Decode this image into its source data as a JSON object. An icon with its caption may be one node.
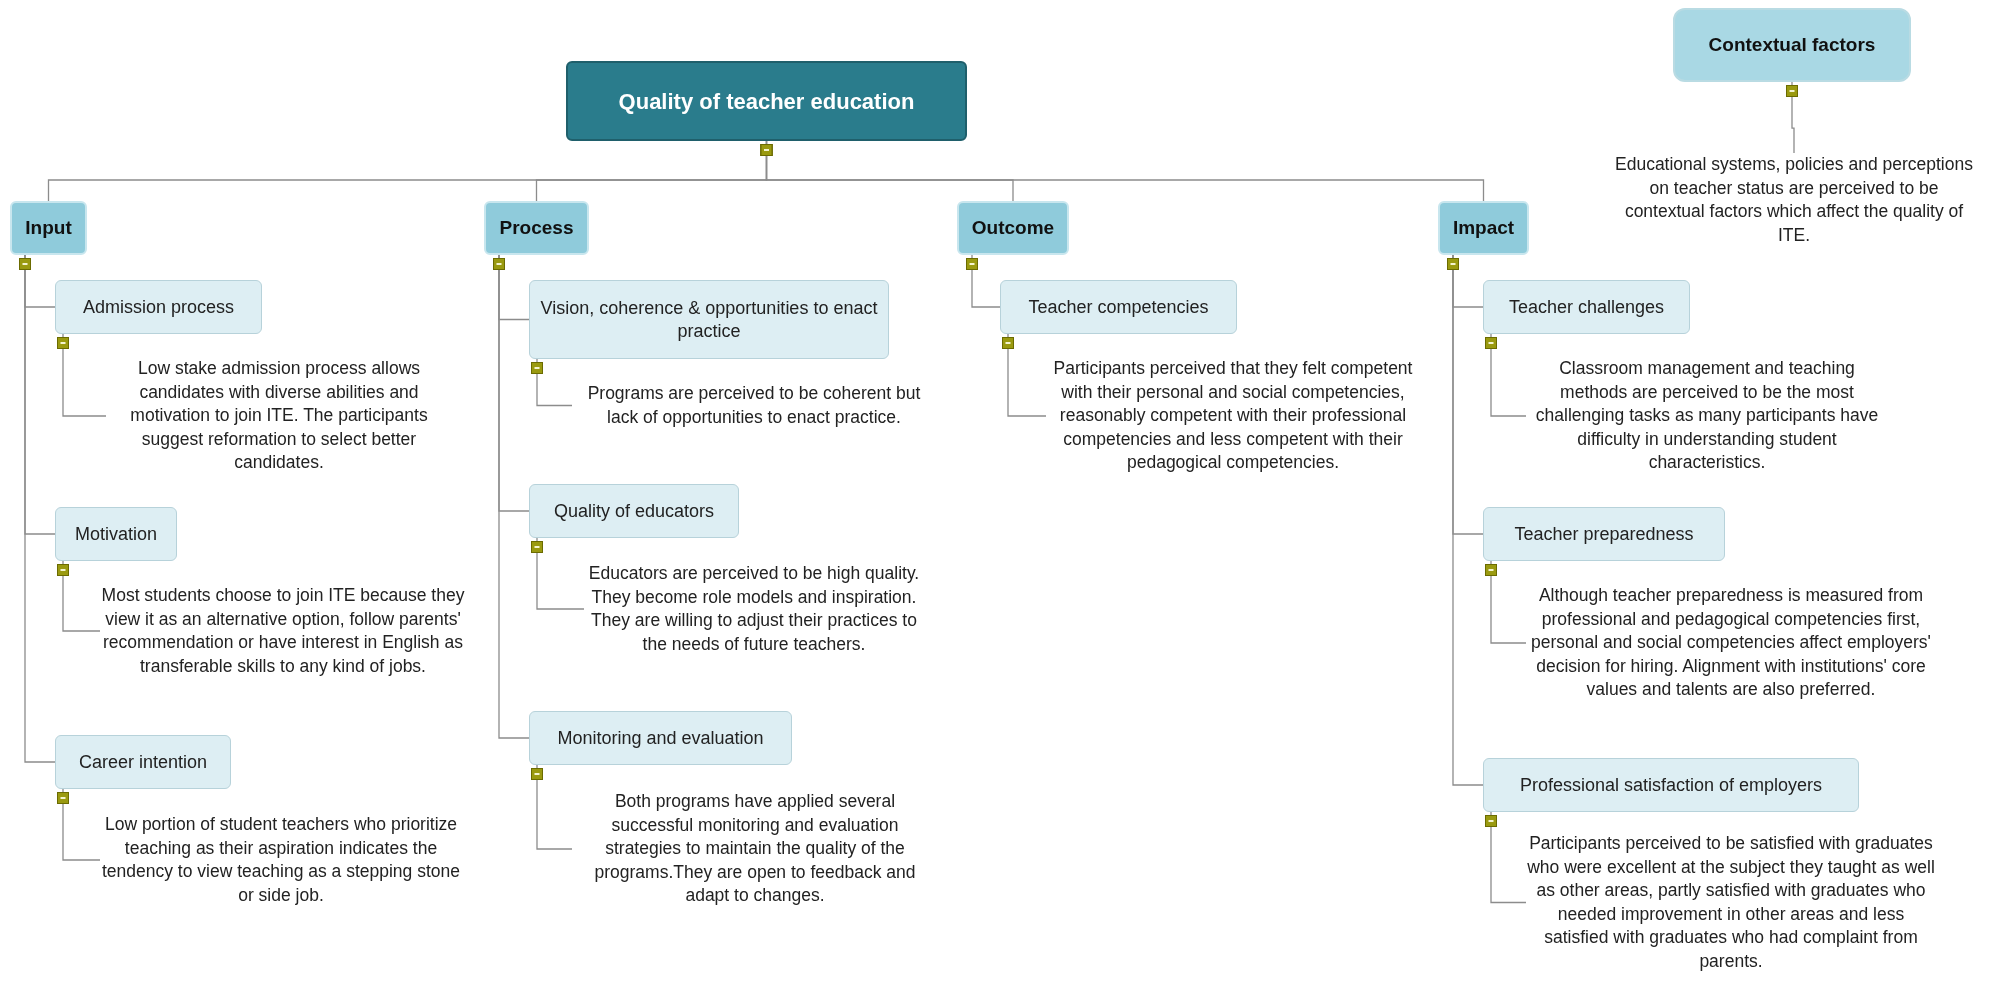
{
  "diagram": {
    "nodes": [
      {
        "text": [
          "Quality of teacher education"
        ]
      },
      {
        "text": [
          "Input"
        ]
      },
      {
        "text": [
          "Admission process"
        ]
      },
      {
        "text": [
          "Low stake admission process allows candidates with diverse abilities and motivation to join ITE. The participants suggest reformation to select better candidates."
        ]
      },
      {
        "text": [
          "Motivation"
        ]
      },
      {
        "text": [
          "Most students choose to join ITE because they view it as an alternative option, follow parents' recommendation or have interest in English as transferable skills to any kind of jobs."
        ]
      },
      {
        "text": [
          "Career intention"
        ]
      },
      {
        "text": [
          "Low portion of student teachers who prioritize teaching as their aspiration indicates the tendency to view teaching as a stepping stone or side job."
        ]
      },
      {
        "text": [
          "Process"
        ]
      },
      {
        "text": [
          "Vision, coherence & opportunities to enact practice"
        ]
      },
      {
        "text": [
          "Programs are perceived to be coherent but lack of opportunities to enact practice."
        ]
      },
      {
        "text": [
          "Quality of educators"
        ]
      },
      {
        "text": [
          "Educators are perceived to be high quality. They become role models and inspiration. They are willing to adjust their practices to the needs of future teachers."
        ]
      },
      {
        "text": [
          "Monitoring and evaluation"
        ]
      },
      {
        "text": [
          "Both programs have applied several successful monitoring and evaluation strategies to maintain the quality of the programs.They are open to feedback and adapt to changes."
        ]
      },
      {
        "text": [
          "Outcome"
        ]
      },
      {
        "text": [
          "Teacher competencies"
        ]
      },
      {
        "text": [
          "Participants perceived that they felt competent with their personal and social competencies, reasonably competent with their professional competencies and less competent with their pedagogical competencies."
        ]
      },
      {
        "text": [
          "Impact"
        ]
      },
      {
        "text": [
          "Teacher challenges"
        ]
      },
      {
        "text": [
          "Classroom management and teaching methods are perceived to be the most challenging tasks as many participants have difficulty in understanding student characteristics."
        ]
      },
      {
        "text": [
          "Teacher preparedness"
        ]
      },
      {
        "text": [
          "Although teacher preparedness is measured from professional and pedagogical competencies first, personal and social competencies affect employers' decision for hiring.  Alignment with institutions' core values and talents are also preferred."
        ]
      },
      {
        "text": [
          "Professional satisfaction of employers"
        ]
      },
      {
        "text": [
          "Participants perceived to be satisfied with graduates who were excellent at the subject they taught as well as other areas, partly satisfied with graduates who needed improvement in other areas and less satisfied with graduates who had complaint from parents."
        ]
      },
      {
        "text": [
          "Contextual factors"
        ]
      },
      {
        "text": [
          "Educational systems, policies and perceptions on teacher status are perceived to be contextual factors which affect the quality of ITE."
        ]
      }
    ],
    "edges": [
      {
        "from": 0,
        "to": 1,
        "arrow": "other"
      },
      {
        "from": 0,
        "to": 8,
        "arrow": "other"
      },
      {
        "from": 0,
        "to": 15,
        "arrow": "other"
      },
      {
        "from": 0,
        "to": 18,
        "arrow": "other"
      },
      {
        "from": 1,
        "to": 2,
        "arrow": "other"
      },
      {
        "from": 2,
        "to": 3,
        "arrow": "other"
      },
      {
        "from": 1,
        "to": 4,
        "arrow": "other"
      },
      {
        "from": 4,
        "to": 5,
        "arrow": "other"
      },
      {
        "from": 1,
        "to": 6,
        "arrow": "other"
      },
      {
        "from": 6,
        "to": 7,
        "arrow": "other"
      },
      {
        "from": 8,
        "to": 9,
        "arrow": "other"
      },
      {
        "from": 9,
        "to": 10,
        "arrow": "other"
      },
      {
        "from": 8,
        "to": 11,
        "arrow": "other"
      },
      {
        "from": 11,
        "to": 12,
        "arrow": "other"
      },
      {
        "from": 8,
        "to": 13,
        "arrow": "other"
      },
      {
        "from": 13,
        "to": 14,
        "arrow": "other"
      },
      {
        "from": 15,
        "to": 16,
        "arrow": "other"
      },
      {
        "from": 16,
        "to": 17,
        "arrow": "other"
      },
      {
        "from": 18,
        "to": 19,
        "arrow": "other"
      },
      {
        "from": 19,
        "to": 20,
        "arrow": "other"
      },
      {
        "from": 18,
        "to": 21,
        "arrow": "other"
      },
      {
        "from": 21,
        "to": 22,
        "arrow": "other"
      },
      {
        "from": 18,
        "to": 23,
        "arrow": "other"
      },
      {
        "from": 23,
        "to": 24,
        "arrow": "other"
      },
      {
        "from": 25,
        "to": 26,
        "arrow": "other"
      }
    ]
  }
}
